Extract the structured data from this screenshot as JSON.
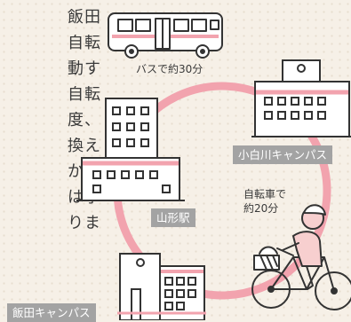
{
  "body_text": [
    "飯田",
    "自転",
    "動す",
    "自転",
    "度、",
    "換え",
    "かり",
    "は学",
    "りま"
  ],
  "labels": {
    "bus_time": "バスで約30分",
    "bike_time_line1": "自転車で",
    "bike_time_line2": "約20分"
  },
  "tags": {
    "kojirakawa": "小白川キャンパス",
    "yamagata_station": "山形駅",
    "iida": "飯田キャンパス"
  },
  "colors": {
    "route": "#f2a3ae",
    "building_fill": "#ffffff",
    "building_stripe": "#f2a3ae",
    "tag_bg": "#a3a3a3",
    "outline": "#333333",
    "person_fill": "#f7cfcf"
  }
}
